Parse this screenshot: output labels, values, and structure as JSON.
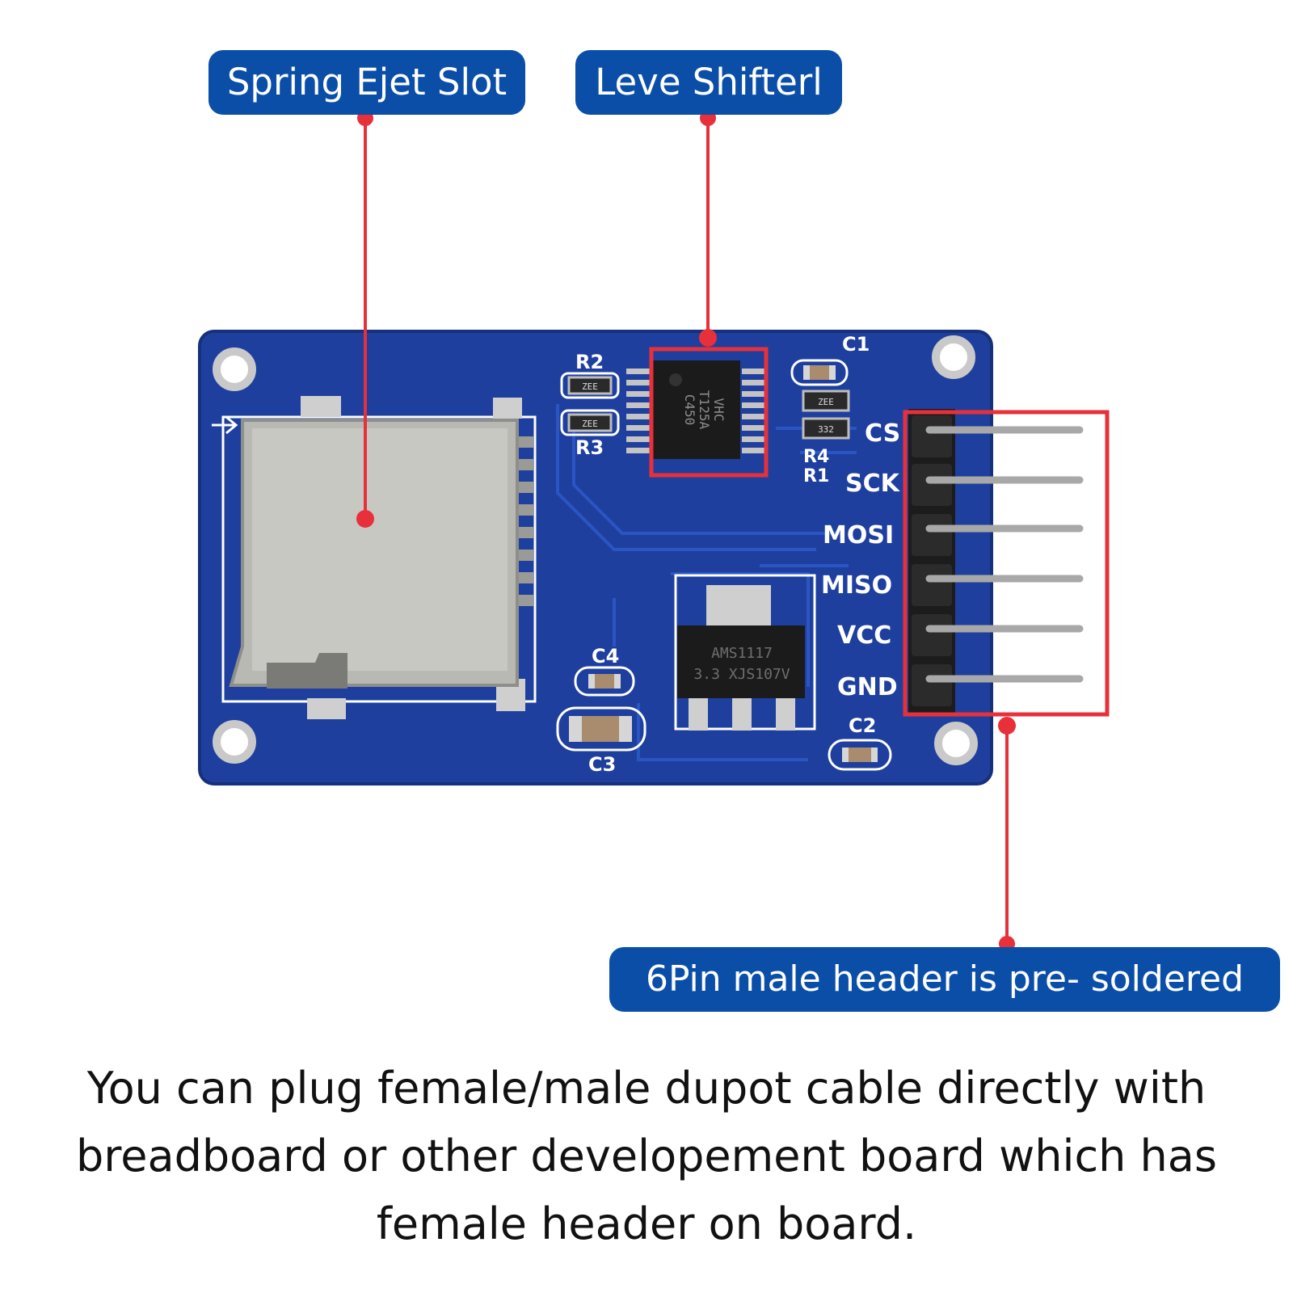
{
  "callouts": {
    "slot": "Spring Ejet Slot",
    "shifter": "Leve Shifterl",
    "header": "6Pin male header is pre- soldered"
  },
  "caption": {
    "line1": "You can plug female/male dupot cable directly with",
    "line2": "breadboard or other developement board which has",
    "line3": "female header on board."
  },
  "board": {
    "pin_labels": [
      "CS",
      "SCK",
      "MOSI",
      "MISO",
      "VCC",
      "GND"
    ],
    "component_labels": {
      "r2": "R2",
      "r3": "R3",
      "r4": "R4",
      "r1": "R1",
      "c1": "C1",
      "c2": "C2",
      "c3": "C3",
      "c4": "C4"
    },
    "ic_marking": [
      "VHC",
      "T125A",
      "C450"
    ],
    "regulator_marking": [
      "AMS1117",
      "3.3 XJS107V"
    ],
    "resistor_codes": [
      "ZEE",
      "ZEE",
      "ZEE",
      "332"
    ]
  },
  "colors": {
    "callout_bg": "#0a4ea8",
    "pcb": "#1e3f9e",
    "pointer": "#e8303a",
    "highlight_box": "#e8303a"
  }
}
